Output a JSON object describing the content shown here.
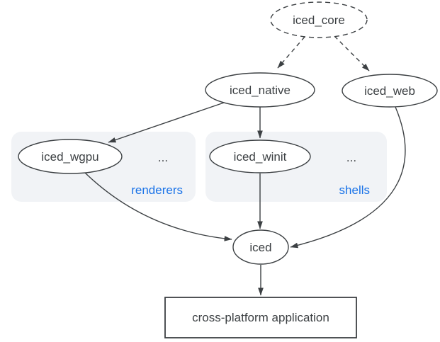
{
  "colors": {
    "stroke": "#3c4043",
    "text": "#3c4043",
    "accent_blue": "#1a73e8",
    "group_fill": "#f1f3f6",
    "node_fill": "#ffffff",
    "background": "#ffffff"
  },
  "nodes": {
    "iced_core": {
      "label": "iced_core",
      "shape": "ellipse",
      "style": "dashed"
    },
    "iced_native": {
      "label": "iced_native",
      "shape": "ellipse",
      "style": "solid"
    },
    "iced_web": {
      "label": "iced_web",
      "shape": "ellipse",
      "style": "solid"
    },
    "iced_wgpu": {
      "label": "iced_wgpu",
      "shape": "ellipse",
      "style": "solid"
    },
    "iced_winit": {
      "label": "iced_winit",
      "shape": "ellipse",
      "style": "solid"
    },
    "iced": {
      "label": "iced",
      "shape": "ellipse",
      "style": "solid"
    },
    "app": {
      "label": "cross-platform application",
      "shape": "rect",
      "style": "solid"
    }
  },
  "groups": {
    "renderers": {
      "label": "renderers",
      "ellipsis": "...",
      "members": [
        "iced_wgpu"
      ]
    },
    "shells": {
      "label": "shells",
      "ellipsis": "...",
      "members": [
        "iced_winit"
      ]
    }
  },
  "edges": [
    {
      "from": "iced_core",
      "to": "iced_native",
      "style": "dashed"
    },
    {
      "from": "iced_core",
      "to": "iced_web",
      "style": "dashed"
    },
    {
      "from": "iced_native",
      "to": "iced_wgpu",
      "style": "solid"
    },
    {
      "from": "iced_native",
      "to": "iced_winit",
      "style": "solid"
    },
    {
      "from": "iced_wgpu",
      "to": "iced",
      "style": "solid"
    },
    {
      "from": "iced_winit",
      "to": "iced",
      "style": "solid"
    },
    {
      "from": "iced_web",
      "to": "iced",
      "style": "solid"
    },
    {
      "from": "iced",
      "to": "app",
      "style": "solid"
    }
  ]
}
